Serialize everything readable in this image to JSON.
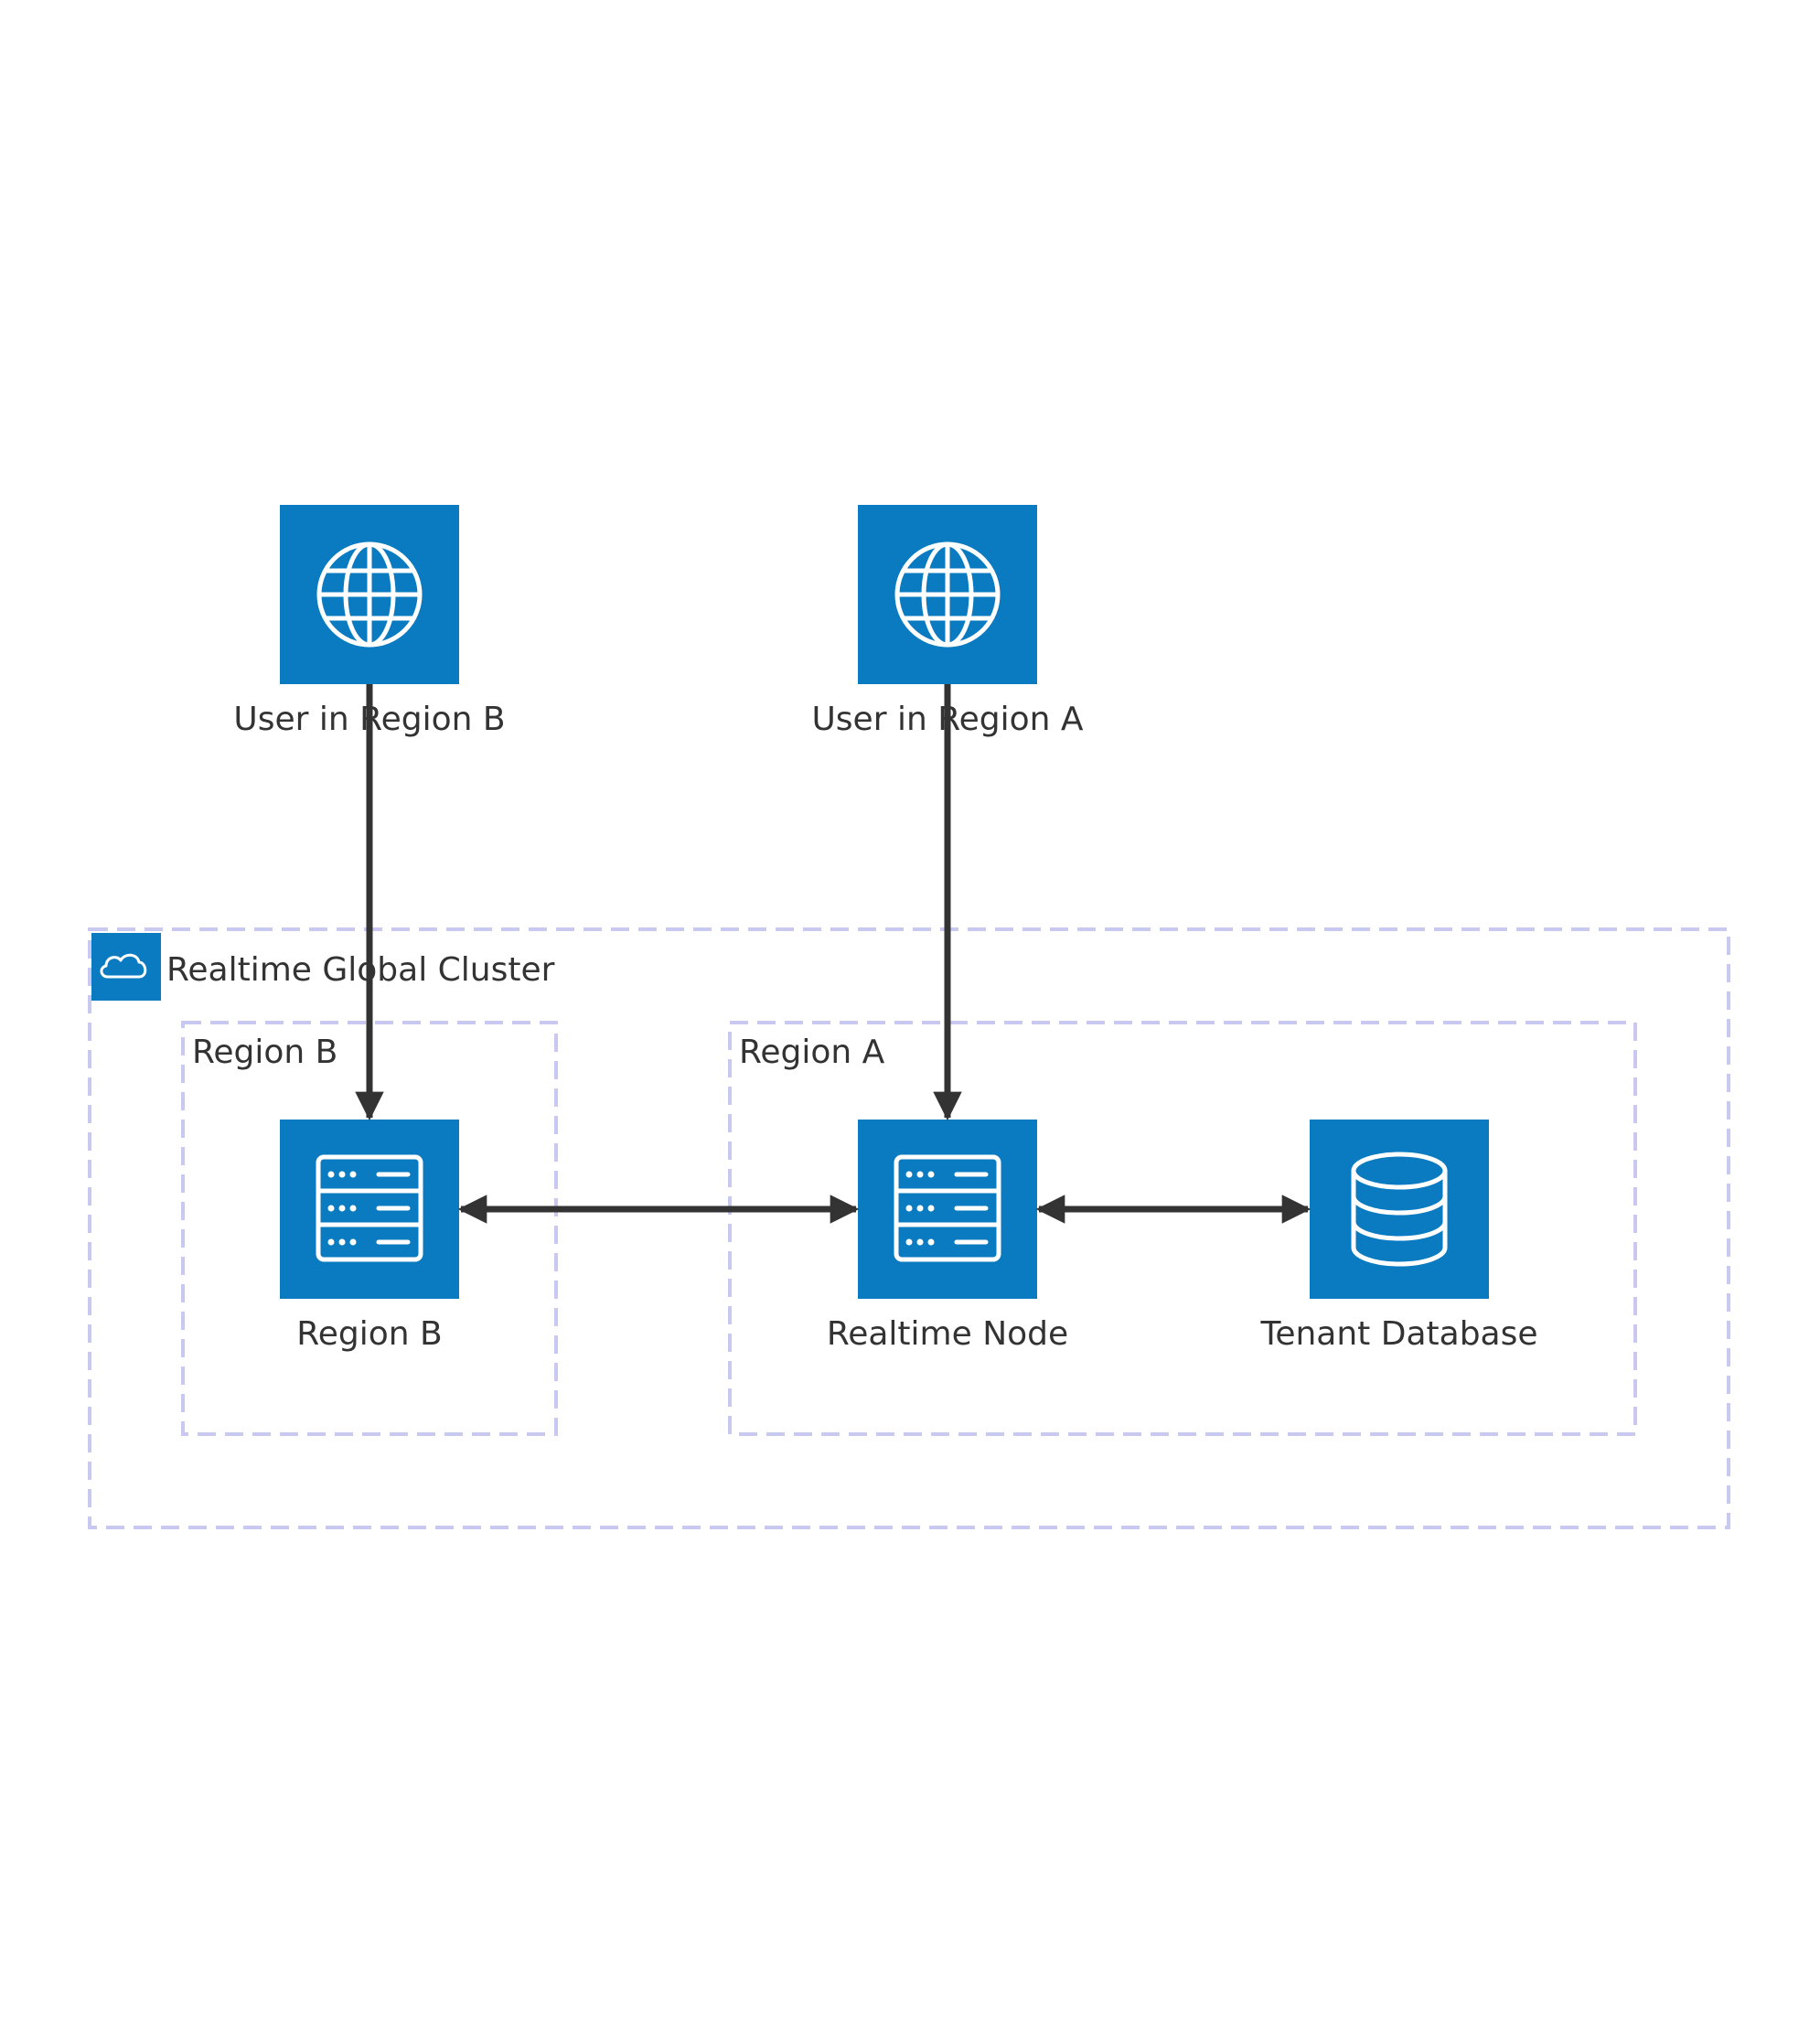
{
  "colors": {
    "node_fill": "#0A7BC0",
    "group_border": "#C8C8F0",
    "edge": "#333333",
    "text": "#333333"
  },
  "groups": {
    "cluster": {
      "title": "Realtime Global Cluster",
      "icon": "cloud-icon"
    },
    "region_b": {
      "title": "Region B"
    },
    "region_a": {
      "title": "Region A"
    }
  },
  "nodes": {
    "user_b": {
      "label": "User in Region B",
      "icon": "globe-icon"
    },
    "user_a": {
      "label": "User in Region A",
      "icon": "globe-icon"
    },
    "region_b_node": {
      "label": "Region B",
      "icon": "server-icon"
    },
    "realtime_node": {
      "label": "Realtime Node",
      "icon": "server-icon"
    },
    "tenant_db": {
      "label": "Tenant Database",
      "icon": "database-icon"
    }
  },
  "edges": [
    {
      "from": "user_b",
      "to": "region_b_node",
      "direction": "one-way"
    },
    {
      "from": "user_a",
      "to": "realtime_node",
      "direction": "one-way"
    },
    {
      "from": "region_b_node",
      "to": "realtime_node",
      "direction": "two-way"
    },
    {
      "from": "realtime_node",
      "to": "tenant_db",
      "direction": "two-way"
    }
  ]
}
